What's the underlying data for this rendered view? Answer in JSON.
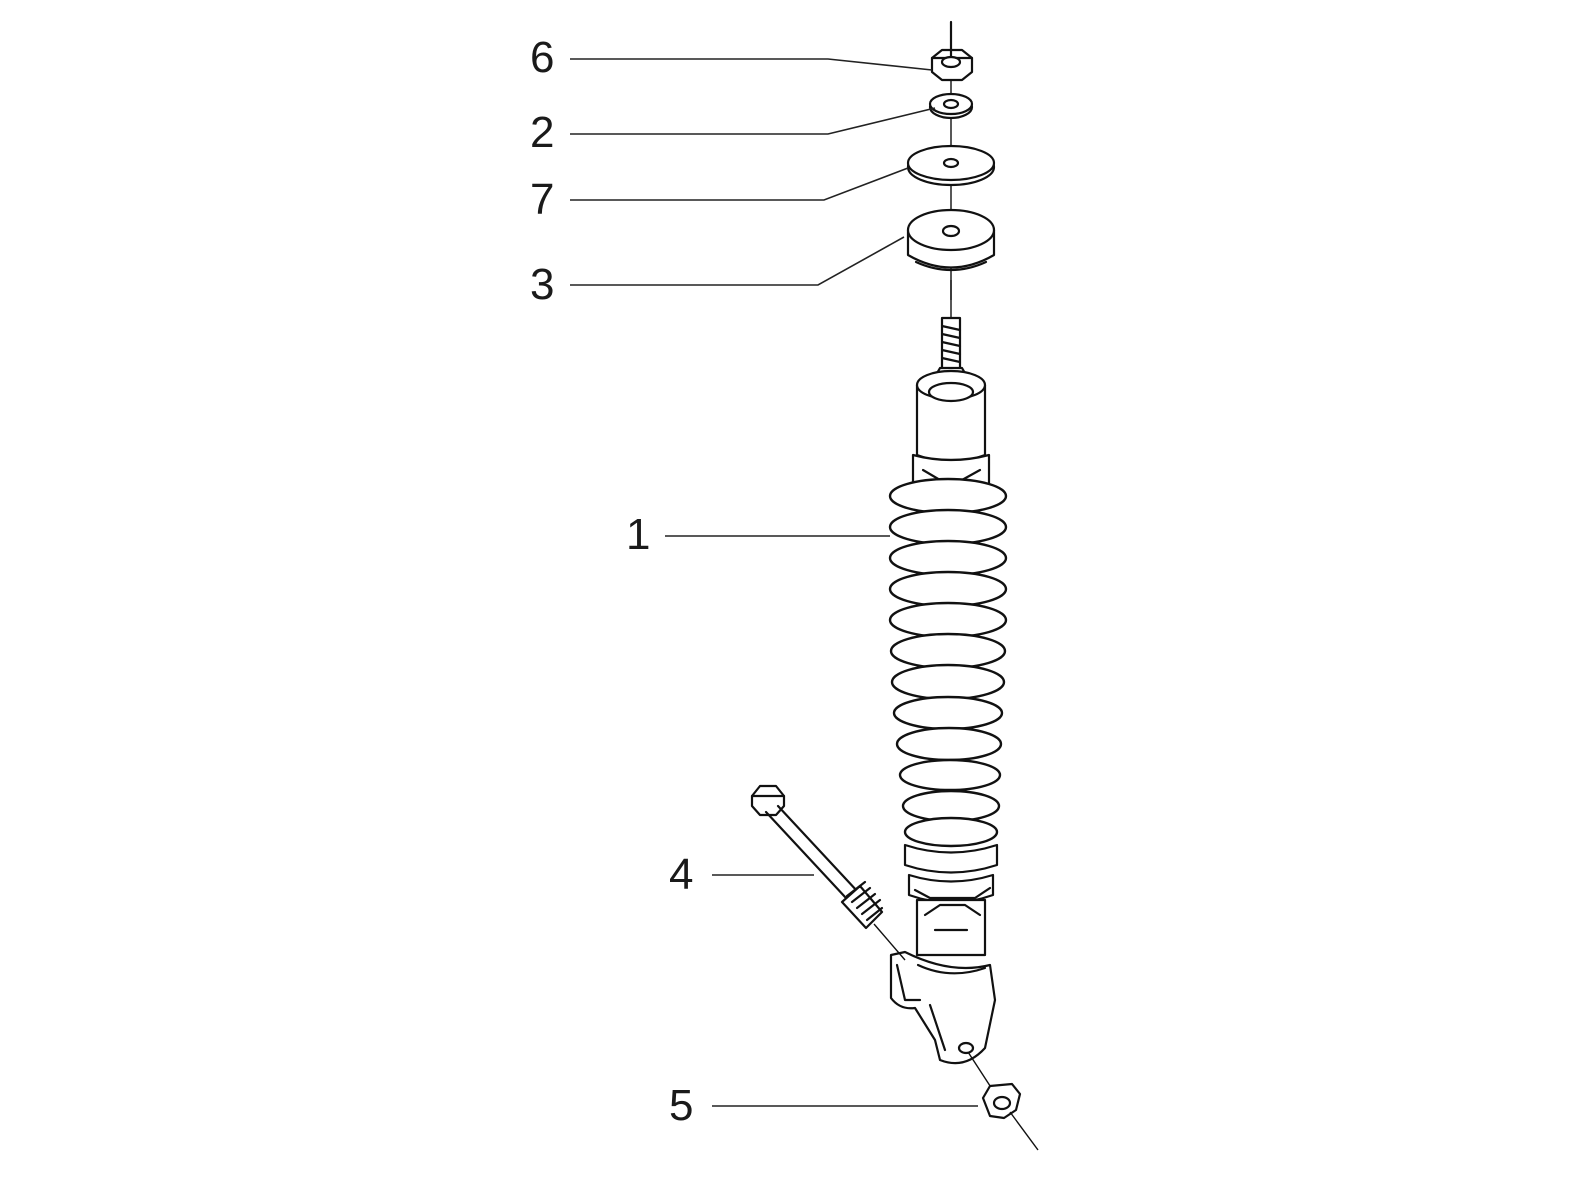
{
  "diagram": {
    "callouts": [
      {
        "id": "6",
        "label": "6"
      },
      {
        "id": "2",
        "label": "2"
      },
      {
        "id": "7",
        "label": "7"
      },
      {
        "id": "3",
        "label": "3"
      },
      {
        "id": "1",
        "label": "1"
      },
      {
        "id": "4",
        "label": "4"
      },
      {
        "id": "5",
        "label": "5"
      }
    ],
    "colors": {
      "line": "#111111",
      "background": "#ffffff"
    }
  }
}
